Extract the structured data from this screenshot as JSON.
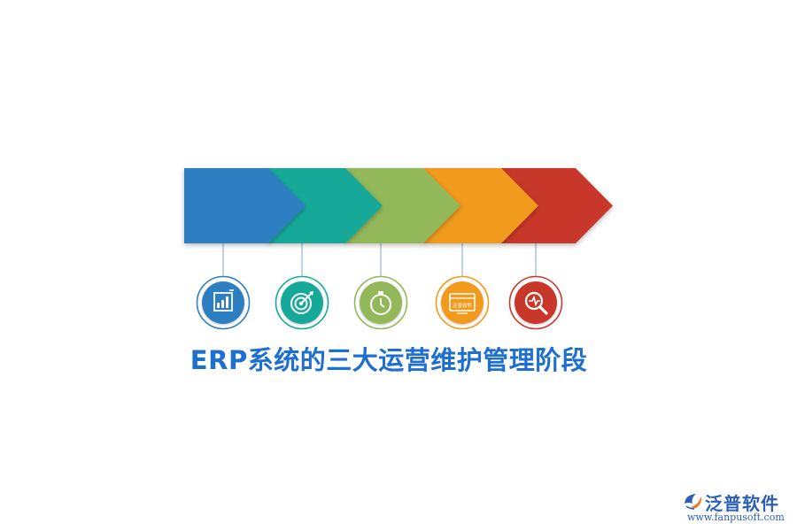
{
  "title": "ERP系统的三大运营维护管理阶段",
  "colors": {
    "title": "#1f6fd0",
    "watermark": "#2b5fb3"
  },
  "stages": [
    {
      "color": "#2e7fc1",
      "icon": "bar-chart-icon"
    },
    {
      "color": "#16a99a",
      "icon": "target-icon"
    },
    {
      "color": "#93b85a",
      "icon": "stopwatch-icon"
    },
    {
      "color": "#f19a1c",
      "icon": "product-board-icon",
      "icon_text": "泛普软件"
    },
    {
      "color": "#c8392c",
      "icon": "magnifier-icon"
    }
  ],
  "watermark": {
    "name": "泛普软件",
    "url": "www.fanpusoft.com",
    "icon": "fanpu-logo-icon"
  }
}
